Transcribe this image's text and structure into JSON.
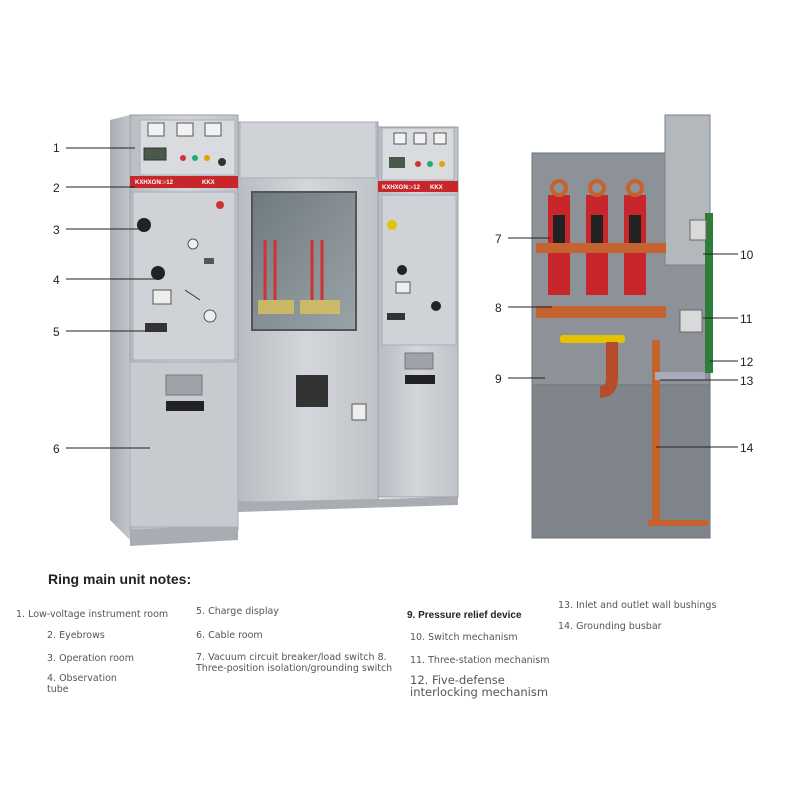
{
  "left_panel": {
    "label_left": "KXHXGN□-12",
    "label_left_tag": "KKX",
    "label_right": "KXHXGN□-12",
    "label_right_tag": "KKX"
  },
  "callouts": [
    "1",
    "2",
    "3",
    "4",
    "5",
    "6",
    "7",
    "8",
    "9",
    "10",
    "11",
    "12",
    "13",
    "14"
  ],
  "notes": {
    "title": "Ring main unit notes:",
    "items": [
      "1. Low-voltage instrument room",
      "2. Eyebrows",
      "3. Operation room",
      "4. Observation\ntube",
      "5. Charge display",
      "6. Cable room",
      "7. Vacuum circuit breaker/load switch 8.\nThree-position isolation/grounding switch",
      "9. Pressure relief device",
      "10. Switch mechanism",
      "11. Three-station mechanism",
      "12. Five-defense\ninterlocking mechanism",
      "13. Inlet and outlet wall bushings",
      "14. Grounding busbar"
    ]
  },
  "colors": {
    "cabinet": "#c9ccd1",
    "cabinet_dark": "#9fa4aa",
    "red_band": "#c8262b",
    "copper": "#c4632f",
    "yellow": "#e3c300",
    "green": "#2e7d3b"
  }
}
